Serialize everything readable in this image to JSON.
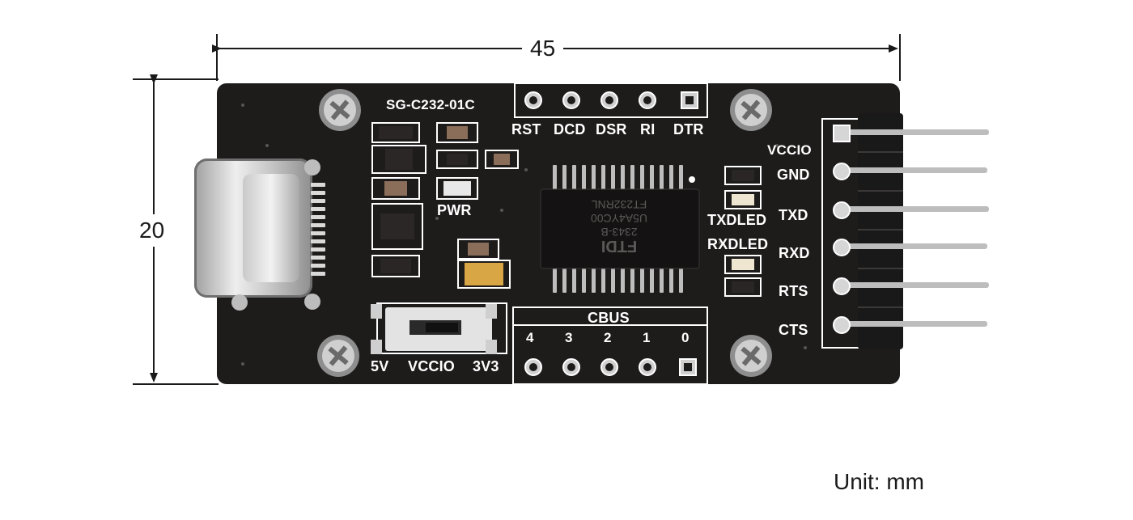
{
  "dimensions": {
    "width_value": "45",
    "height_value": "20",
    "unit_text": "Unit: mm"
  },
  "board": {
    "model_label": "SG-C232-01C",
    "top_header": [
      "RST",
      "DCD",
      "DSR",
      "RI",
      "DTR"
    ],
    "right_header": [
      "VCCIO",
      "GND",
      "TXD",
      "RXD",
      "RTS",
      "CTS"
    ],
    "cbus_title": "CBUS",
    "cbus_pins": [
      "4",
      "3",
      "2",
      "1",
      "0"
    ],
    "power_led_label": "PWR",
    "tx_led_label": "TXDLED",
    "rx_led_label": "RXDLED",
    "switch_labels": {
      "left": "5V",
      "middle": "VCCIO",
      "right": "3V3"
    },
    "chip_marking": [
      "FTDI",
      "2343-B",
      "U5A4YC00",
      "FT232RNL"
    ]
  },
  "colors": {
    "pcb": "#1e1b1b",
    "silkscreen": "#ffffff",
    "metal": "#c8c8c8"
  }
}
